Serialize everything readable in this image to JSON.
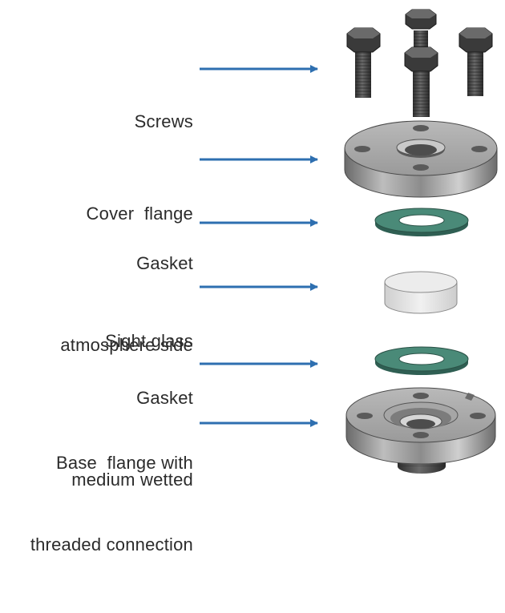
{
  "labels": {
    "screws": "Screws",
    "cover_flange": "Cover  flange",
    "gasket_atmosphere_1": "Gasket",
    "gasket_atmosphere_2": "atmosphere side",
    "sight_glass": "Sight glass",
    "gasket_medium_1": "Gasket",
    "gasket_medium_2": "medium wetted",
    "base_flange_1": "Base  flange with",
    "base_flange_2": "threaded connection"
  },
  "colors": {
    "arrow": "#2e6fb0",
    "text": "#2b2b2b",
    "metal": "#8a8a8a",
    "gasket": "#3f7e6e",
    "glass": "#e2e2e2"
  }
}
